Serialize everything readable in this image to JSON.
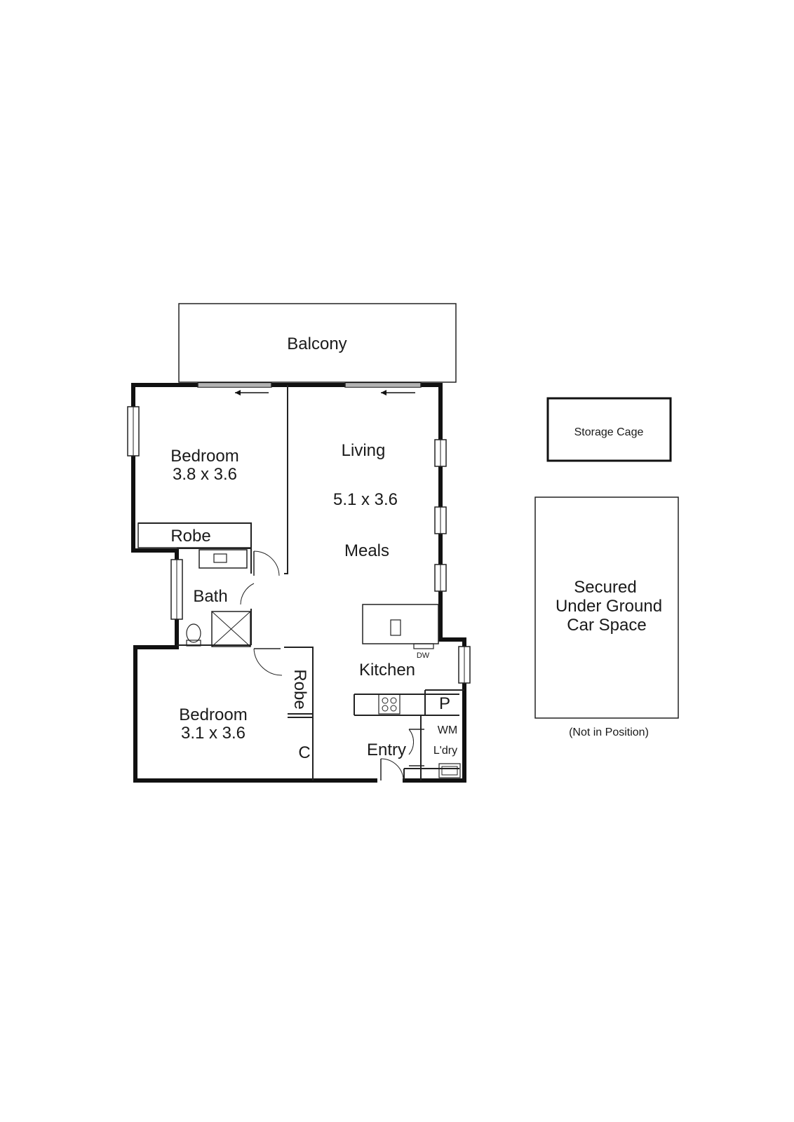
{
  "rooms": {
    "balcony": "Balcony",
    "bedroom1": {
      "name": "Bedroom",
      "size": "3.8 x 3.6"
    },
    "robe1": "Robe",
    "bath": "Bath",
    "living": "Living",
    "living_size": "5.1 x 3.6",
    "meals": "Meals",
    "kitchen": "Kitchen",
    "dishwasher": "DW",
    "pantry": "P",
    "bedroom2": {
      "name": "Bedroom",
      "size": "3.1 x 3.6"
    },
    "robe2": "Robe",
    "cupboard": "C",
    "entry": "Entry",
    "washing_machine": "WM",
    "laundry": "L'dry"
  },
  "extras": {
    "storage": "Storage Cage",
    "car_space": [
      "Secured",
      "Under Ground",
      "Car Space"
    ],
    "car_note": "(Not in Position)"
  }
}
